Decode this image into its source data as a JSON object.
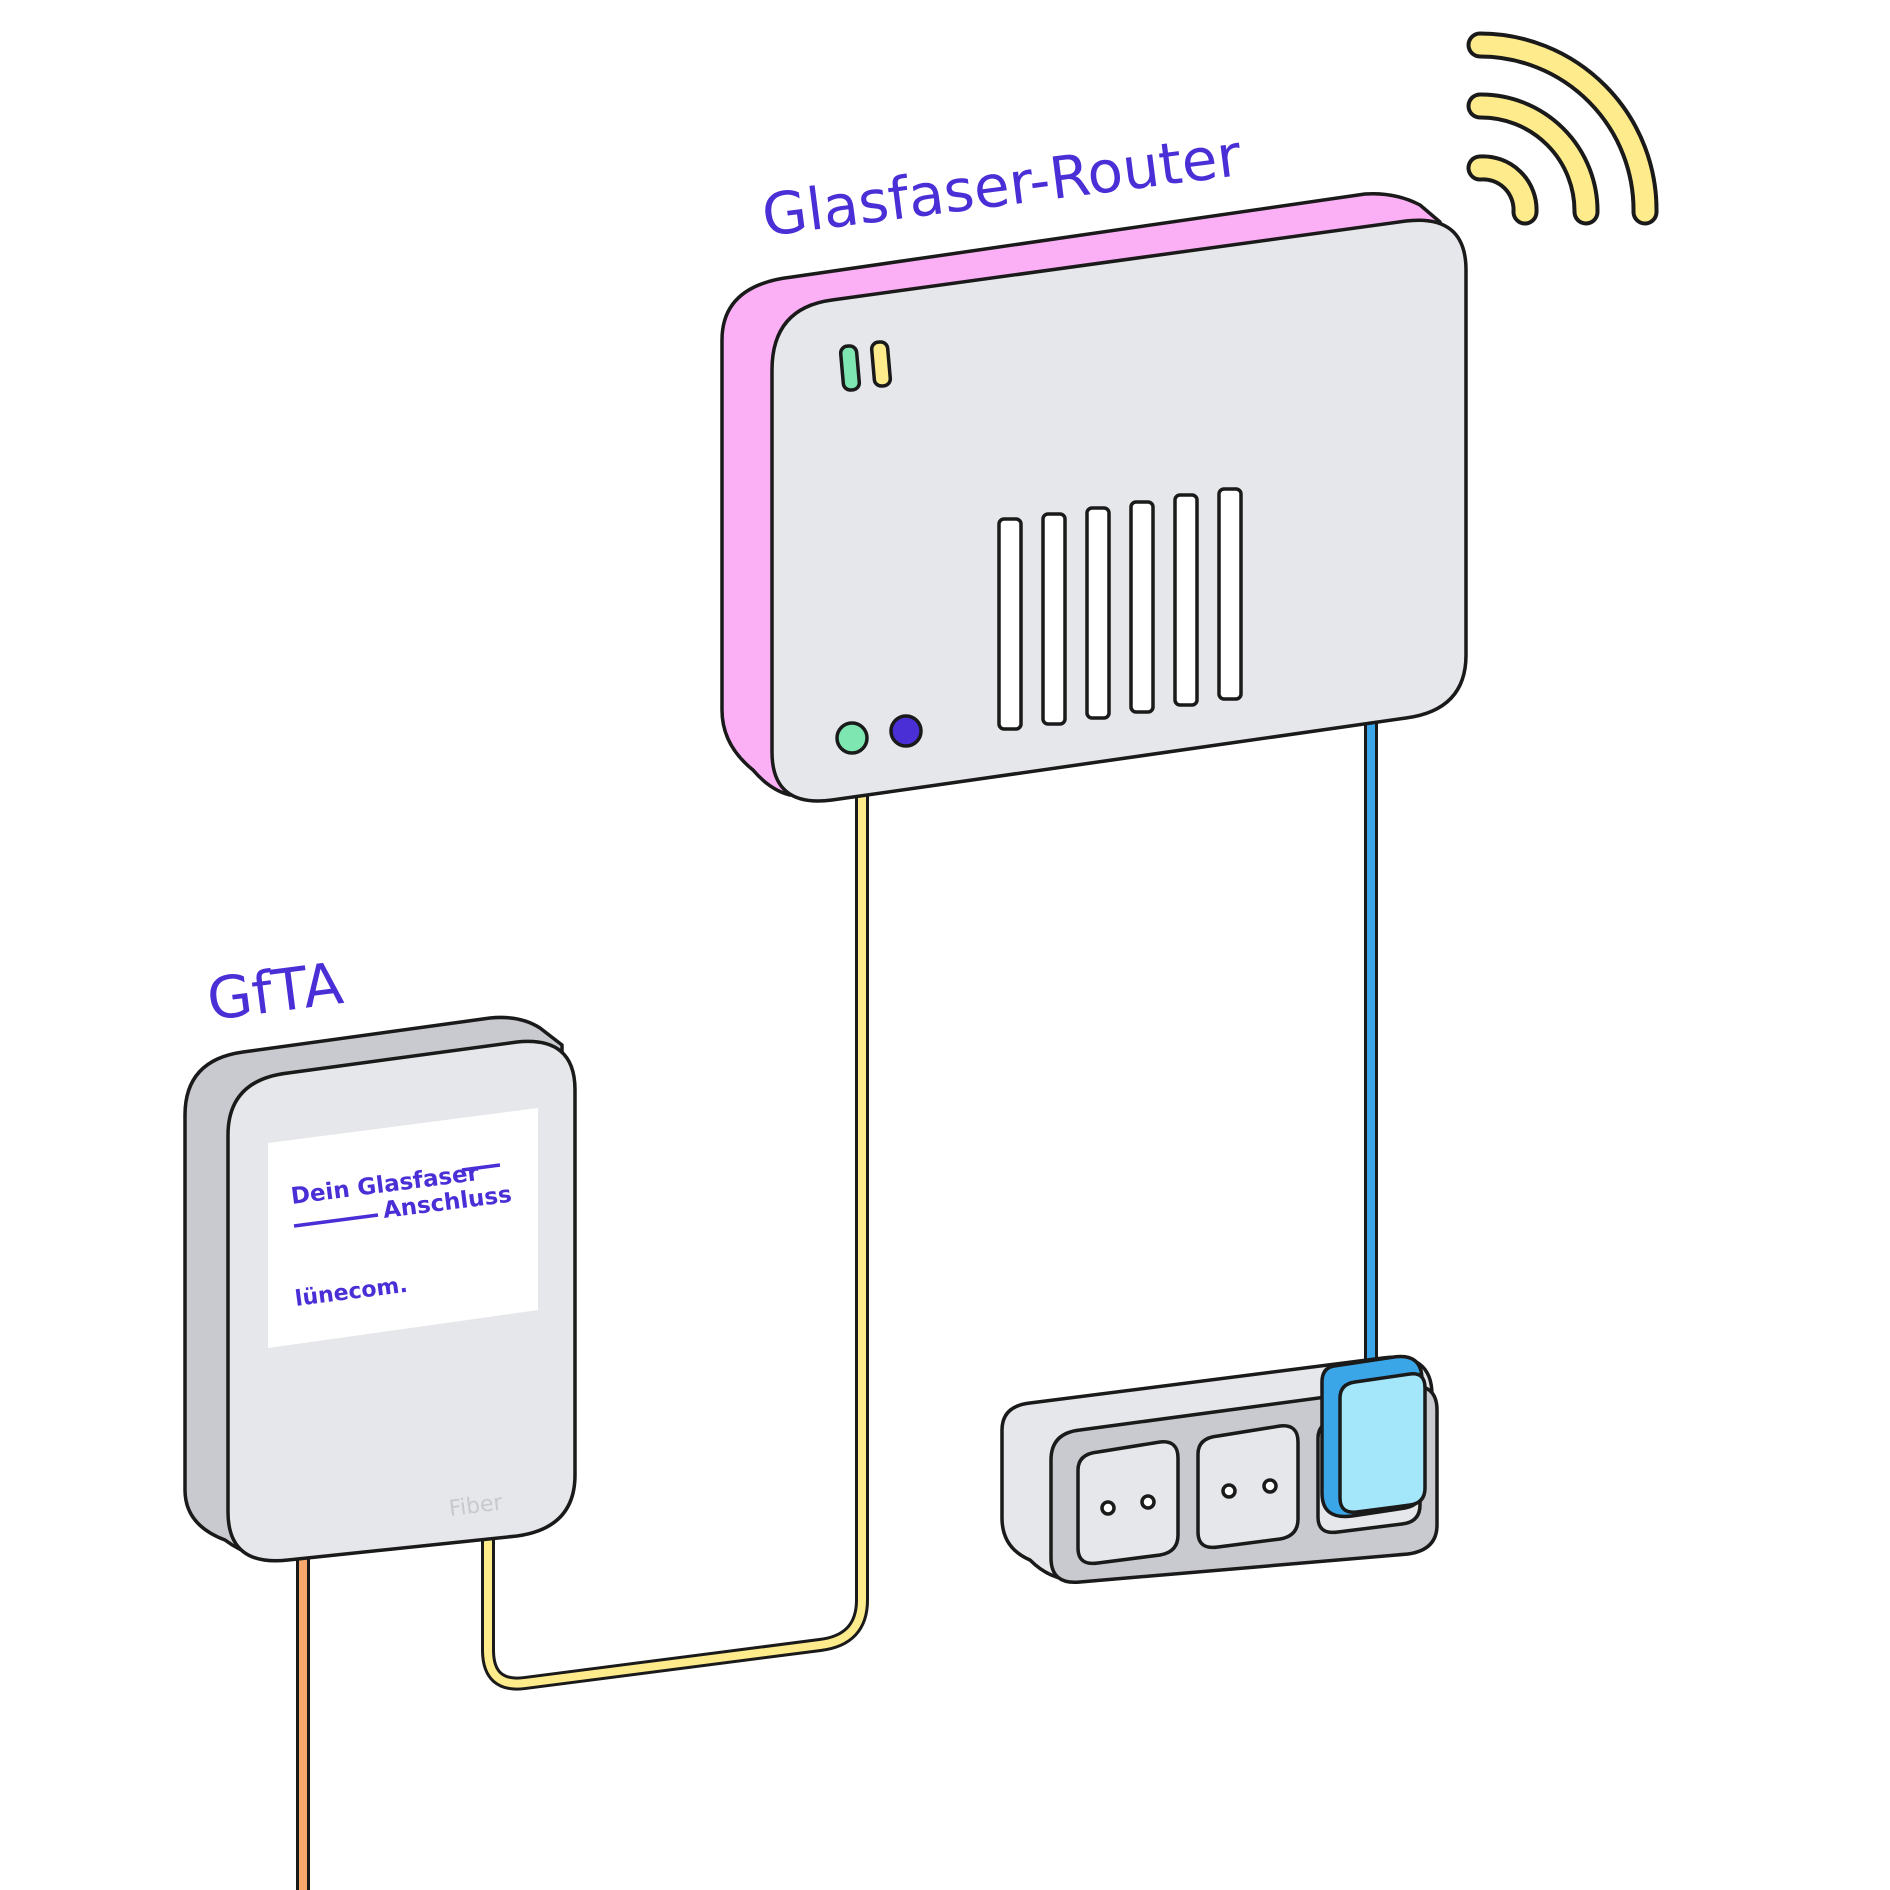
{
  "labels": {
    "router_title": "Glasfaser-Router",
    "gfta_title": "GfTA",
    "card_line1": "Dein Glasfaser",
    "card_line2": "Anschluss",
    "card_brand": "lünecom.",
    "fiber_port": "Fiber"
  },
  "colors": {
    "label_text": "#4a2fd6",
    "router_side": "#fbb0f5",
    "device_face": "#e6e7ea",
    "device_side": "#c8cacf",
    "wifi": "#fdeb8c",
    "led_green": "#7ee6b0",
    "led_yellow": "#fdeb8c",
    "led_purple": "#4a2fd6",
    "cable_yellow": "#fdeb8c",
    "cable_blue": "#3aa6e8",
    "cable_orange": "#f7a86a",
    "plug_blue": "#a4e7fb",
    "plug_blue_dark": "#3aa6e8"
  },
  "icons": {
    "wifi": "wifi-signal-icon",
    "socket": "power-socket-icon",
    "plug": "power-plug-icon"
  }
}
